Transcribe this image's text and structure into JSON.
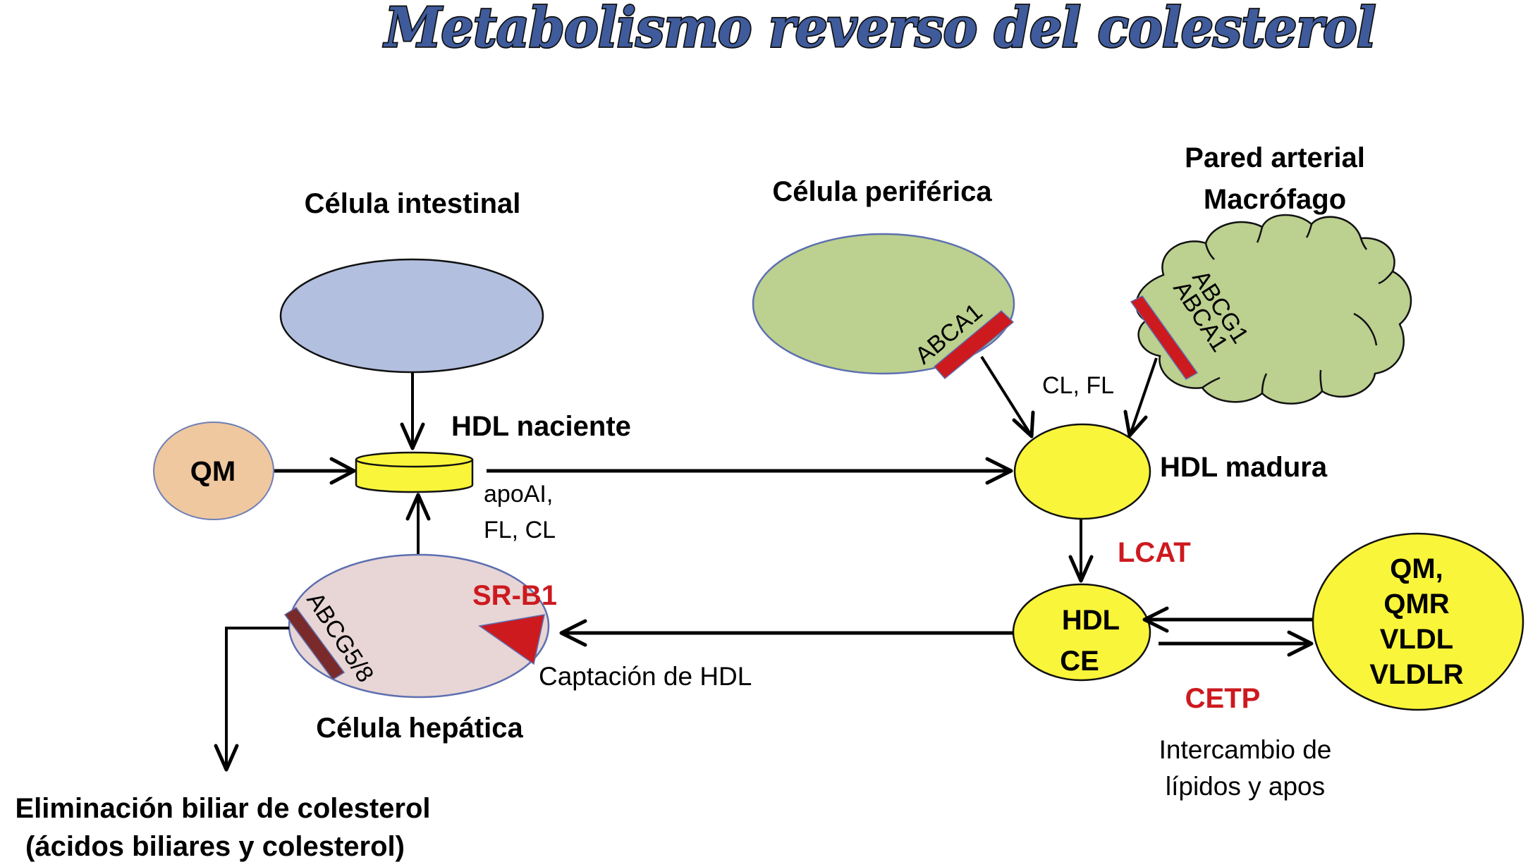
{
  "title": "Metabolismo reverso del colesterol",
  "colors": {
    "title_fill": "#3f5b9b",
    "intestinal_cell": "#b2bfdf",
    "peripheral_cell": "#bcd08f",
    "macrophage": "#bcd08f",
    "hepatic_cell": "#e8d5d5",
    "qm_particle": "#efc8a0",
    "hdl_yellow": "#f9f53a",
    "transporter_red": "#cc1a1f",
    "transporter_brown": "#7a2a2a",
    "enzyme_red": "#cc1a1f"
  },
  "nodes": {
    "intestinal_cell": {
      "label": "Célula intestinal"
    },
    "peripheral_cell": {
      "label": "Célula periférica",
      "transporter": "ABCA1"
    },
    "macrophage": {
      "label_line1": "Pared arterial",
      "label_line2": "Macrófago",
      "transporter_line1": "ABCG1",
      "transporter_line2": "ABCA1"
    },
    "qm": {
      "label": "QM"
    },
    "hdl_nascent": {
      "label": "HDL naciente",
      "content_line1": "apoAI,",
      "content_line2": "FL, CL"
    },
    "hdl_mature": {
      "label": "HDL madura",
      "inputs": "CL, FL"
    },
    "hdl_ce": {
      "line1": "HDL",
      "line2": "CE"
    },
    "lipoproteins": {
      "line1": "QM,",
      "line2": "QMR",
      "line3": "VLDL",
      "line4": "VLDLR"
    },
    "hepatic_cell": {
      "label": "Célula hepática",
      "transporter": "ABCG5/8",
      "receptor": "SR-B1",
      "uptake": "Captación de HDL"
    },
    "biliary": {
      "line1": "Eliminación biliar de colesterol",
      "line2": "(ácidos biliares y colesterol)"
    }
  },
  "enzymes": {
    "lcat": "LCAT",
    "cetp": "CETP",
    "cetp_desc_line1": "Intercambio de",
    "cetp_desc_line2": "lípidos y apos"
  }
}
